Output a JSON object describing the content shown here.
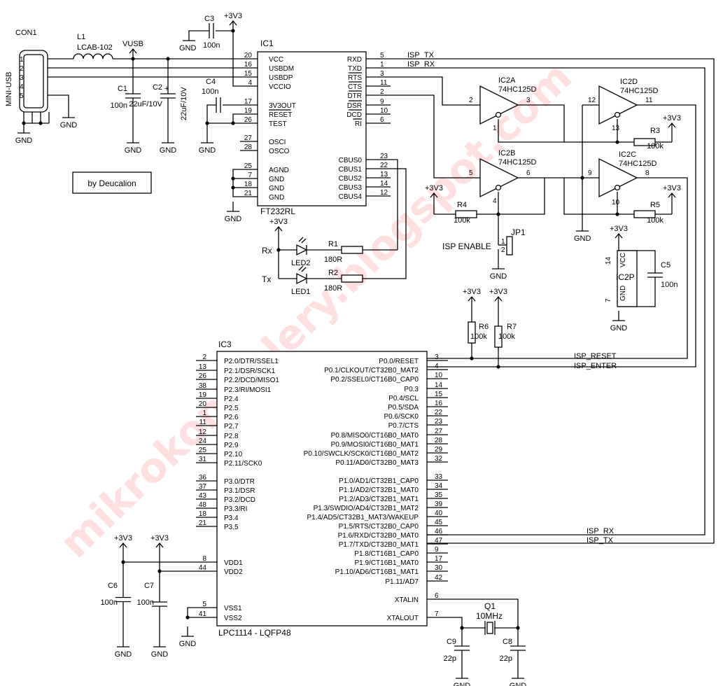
{
  "credit": "by Deucalion",
  "watermark": "mikrokontrolery.blogspot.com",
  "connector": {
    "ref": "CON1",
    "type": "MINI-USB",
    "pins": [
      "1",
      "2",
      "3",
      "4",
      "5"
    ]
  },
  "power": {
    "vusb": "VUSB",
    "v33": "+3V3",
    "gnd": "GND",
    "vcc_tag": "VCC",
    "gnd_tag": "GND"
  },
  "passives": {
    "L1": {
      "ref": "L1",
      "value": "LCAB-102"
    },
    "C1": {
      "ref": "C1",
      "value": "100n"
    },
    "C2": {
      "ref": "C2",
      "value": "22uF/10V",
      "polarity": "+"
    },
    "C3": {
      "ref": "C3",
      "value": "100n"
    },
    "C4": {
      "ref": "C4",
      "value": "100n"
    },
    "C5": {
      "ref": "C5",
      "value": "100n"
    },
    "C6": {
      "ref": "C6",
      "value": "100n"
    },
    "C7": {
      "ref": "C7",
      "value": "100n"
    },
    "C8": {
      "ref": "C8",
      "value": "22p"
    },
    "C9": {
      "ref": "C9",
      "value": "22p"
    },
    "R1": {
      "ref": "R1",
      "value": "180R"
    },
    "R2": {
      "ref": "R2",
      "value": "180R"
    },
    "R3": {
      "ref": "R3",
      "value": "100k"
    },
    "R4": {
      "ref": "R4",
      "value": "100k"
    },
    "R5": {
      "ref": "R5",
      "value": "100k"
    },
    "R6": {
      "ref": "R6",
      "value": "100k"
    },
    "R7": {
      "ref": "R7",
      "value": "100k"
    },
    "Q1": {
      "ref": "Q1",
      "value": "10MHz"
    },
    "JP1": {
      "ref": "JP1",
      "label": "ISP ENABLE",
      "pins": [
        "1",
        "2"
      ]
    },
    "LED1": {
      "ref": "LED1"
    },
    "LED2": {
      "ref": "LED2"
    },
    "rx_label": "Rx",
    "tx_label": "Tx"
  },
  "ic1": {
    "ref": "IC1",
    "part": "FT232RL",
    "left_pins": [
      {
        "num": "20",
        "name": "VCC"
      },
      {
        "num": "16",
        "name": "USBDM"
      },
      {
        "num": "15",
        "name": "USBDP"
      },
      {
        "num": "4",
        "name": "VCCIO"
      },
      {
        "num": "17",
        "name": "3V3OUT"
      },
      {
        "num": "19",
        "name": "RESET",
        "overbar": true
      },
      {
        "num": "26",
        "name": "TEST"
      },
      {
        "num": "27",
        "name": "OSCI"
      },
      {
        "num": "28",
        "name": "OSCO"
      },
      {
        "num": "25",
        "name": "AGND"
      },
      {
        "num": "7",
        "name": "GND"
      },
      {
        "num": "18",
        "name": "GND"
      },
      {
        "num": "21",
        "name": "GND"
      }
    ],
    "right_pins": [
      {
        "num": "5",
        "name": "RXD"
      },
      {
        "num": "1",
        "name": "TXD"
      },
      {
        "num": "3",
        "name": "RTS",
        "overbar": true
      },
      {
        "num": "11",
        "name": "CTS",
        "overbar": true
      },
      {
        "num": "2",
        "name": "DTR",
        "overbar": true
      },
      {
        "num": "9",
        "name": "DSR",
        "overbar": true
      },
      {
        "num": "10",
        "name": "DCD",
        "overbar": true
      },
      {
        "num": "6",
        "name": "RI",
        "overbar": true
      },
      {
        "num": "23",
        "name": "CBUS0"
      },
      {
        "num": "22",
        "name": "CBUS1"
      },
      {
        "num": "13",
        "name": "CBUS2"
      },
      {
        "num": "14",
        "name": "CBUS3"
      },
      {
        "num": "12",
        "name": "CBUS4"
      }
    ]
  },
  "buffers": {
    "IC2A": {
      "ref": "IC2A",
      "part": "74HC125D",
      "in": "2",
      "out": "3",
      "oe": "1"
    },
    "IC2B": {
      "ref": "IC2B",
      "part": "74HC125D",
      "in": "5",
      "out": "6",
      "oe": "4"
    },
    "IC2C": {
      "ref": "IC2C",
      "part": "74HC125D",
      "in": "9",
      "out": "8",
      "oe": "10"
    },
    "IC2D": {
      "ref": "IC2D",
      "part": "74HC125D",
      "in": "12",
      "out": "11",
      "oe": "13"
    },
    "IC2P": {
      "ref": "IC2P",
      "vcc_pin": "14",
      "gnd_pin": "7"
    }
  },
  "nets": {
    "isp_tx": "ISP_TX",
    "isp_rx": "ISP_RX",
    "isp_reset": "ISP_RESET",
    "isp_enter": "ISP_ENTER"
  },
  "ic3": {
    "ref": "IC3",
    "part": "LPC1114 - LQFP48",
    "left_pins": [
      {
        "num": "2",
        "name": "P2.0/DTR/SSEL1"
      },
      {
        "num": "13",
        "name": "P2.1/DSR/SCK1"
      },
      {
        "num": "26",
        "name": "P2.2/DCD/MISO1"
      },
      {
        "num": "38",
        "name": "P2.3/RI/MOSI1"
      },
      {
        "num": "19",
        "name": "P2.4"
      },
      {
        "num": "20",
        "name": "P2.5"
      },
      {
        "num": "1",
        "name": "P2.6"
      },
      {
        "num": "11",
        "name": "P2.7"
      },
      {
        "num": "12",
        "name": "P2.8"
      },
      {
        "num": "24",
        "name": "P2.9"
      },
      {
        "num": "25",
        "name": "P2.10"
      },
      {
        "num": "31",
        "name": "P2.11/SCK0"
      },
      {
        "num": "36",
        "name": "P3.0/DTR"
      },
      {
        "num": "37",
        "name": "P3.1/DSR"
      },
      {
        "num": "43",
        "name": "P3.2/DCD"
      },
      {
        "num": "48",
        "name": "P3.3/RI"
      },
      {
        "num": "18",
        "name": "P3.4"
      },
      {
        "num": "21",
        "name": "P3.5"
      },
      {
        "num": "8",
        "name": "VDD1"
      },
      {
        "num": "44",
        "name": "VDD2"
      },
      {
        "num": "5",
        "name": "VSS1"
      },
      {
        "num": "41",
        "name": "VSS2"
      }
    ],
    "right_pins": [
      {
        "num": "3",
        "name": "P0.0/RESET"
      },
      {
        "num": "4",
        "name": "P0.1/CLKOUT/CT32B0_MAT2"
      },
      {
        "num": "10",
        "name": "P0.2/SSEL0/CT16B0_CAP0"
      },
      {
        "num": "14",
        "name": "P0.3"
      },
      {
        "num": "15",
        "name": "P0.4/SCL"
      },
      {
        "num": "16",
        "name": "P0.5/SDA"
      },
      {
        "num": "22",
        "name": "P0.6/SCK0"
      },
      {
        "num": "23",
        "name": "P0.7/CTS"
      },
      {
        "num": "27",
        "name": "P0.8/MISO0/CT16B0_MAT0"
      },
      {
        "num": "28",
        "name": "P0.9/MOSI0/CT16B0_MAT1"
      },
      {
        "num": "29",
        "name": "P0.10/SWCLK/SCK0/CT16B0_MAT2"
      },
      {
        "num": "32",
        "name": "P0.11/AD0/CT32B0_MAT3"
      },
      {
        "num": "33",
        "name": "P1.0/AD1/CT32B1_CAP0"
      },
      {
        "num": "34",
        "name": "P1.1/AD2/CT32B1_MAT0"
      },
      {
        "num": "35",
        "name": "P1.2/AD3/CT32B1_MAT1"
      },
      {
        "num": "39",
        "name": "P1.3/SWDIO/AD4/CT32B1_MAT2"
      },
      {
        "num": "40",
        "name": "P1.4/AD5/CT32B1_MAT3/WAKEUP"
      },
      {
        "num": "45",
        "name": "P1.5/RTS/CT32B0_CAP0"
      },
      {
        "num": "46",
        "name": "P1.6/RXD/CT32B0_MAT0"
      },
      {
        "num": "47",
        "name": "P1.7/TXD/CT32B0_MAT1"
      },
      {
        "num": "9",
        "name": "P1.8/CT16B1_CAP0"
      },
      {
        "num": "17",
        "name": "P1.9/CT16B1_MAT0"
      },
      {
        "num": "30",
        "name": "P1.10/AD6/CT16B1_MAT1"
      },
      {
        "num": "42",
        "name": "P1.11/AD7"
      },
      {
        "num": "6",
        "name": "XTALIN"
      },
      {
        "num": "7",
        "name": "XTALOUT"
      }
    ]
  }
}
